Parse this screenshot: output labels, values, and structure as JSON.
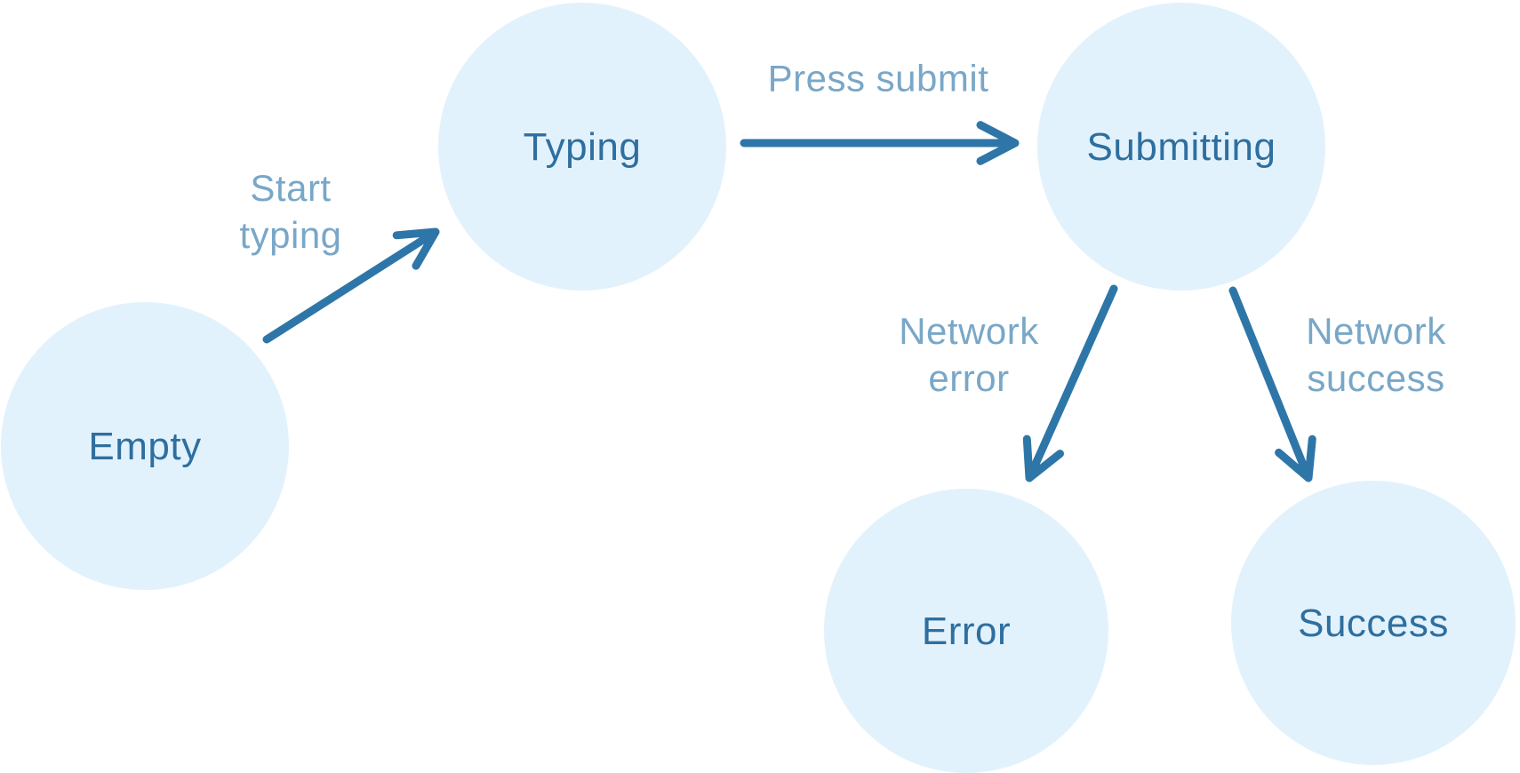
{
  "diagram": {
    "type": "state-machine",
    "colors": {
      "background": "#ffffff",
      "node_fill": "#e2f2fc",
      "node_text": "#2e6f9f",
      "arrow": "#2e76a8",
      "edge_label": "rgba(46, 118, 168, 0.64)"
    },
    "states": [
      {
        "id": "empty",
        "label": "Empty"
      },
      {
        "id": "typing",
        "label": "Typing"
      },
      {
        "id": "submitting",
        "label": "Submitting"
      },
      {
        "id": "error",
        "label": "Error"
      },
      {
        "id": "success",
        "label": "Success"
      }
    ],
    "transitions": [
      {
        "id": "start-typing",
        "label": "Start typing",
        "lines": "Start\ntyping",
        "from": "empty",
        "to": "typing"
      },
      {
        "id": "press-submit",
        "label": "Press submit",
        "lines": "Press submit",
        "from": "typing",
        "to": "submitting"
      },
      {
        "id": "network-error",
        "label": "Network error",
        "lines": "Network\nerror",
        "from": "submitting",
        "to": "error"
      },
      {
        "id": "network-success",
        "label": "Network success",
        "lines": "Network\nsuccess",
        "from": "submitting",
        "to": "success"
      }
    ]
  }
}
